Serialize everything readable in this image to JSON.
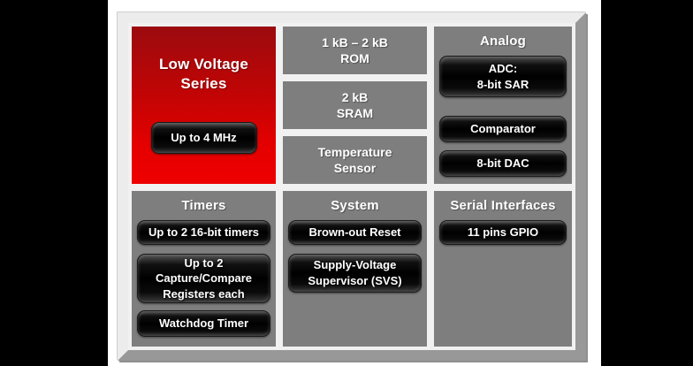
{
  "blocks": {
    "low_voltage": {
      "title": "Low Voltage\nSeries",
      "chip": "Up to 4 MHz"
    },
    "memory": [
      "1 kB – 2 kB\nROM",
      "2 kB\nSRAM",
      "Temperature\nSensor"
    ],
    "analog": {
      "title": "Analog",
      "chips": [
        "ADC:\n8-bit SAR",
        "Comparator",
        "8-bit DAC"
      ]
    },
    "timers": {
      "title": "Timers",
      "chips": [
        "Up to 2 16-bit timers",
        "Up to 2\nCapture/Compare\nRegisters each",
        "Watchdog Timer"
      ]
    },
    "system": {
      "title": "System",
      "chips": [
        "Brown-out Reset",
        "Supply-Voltage\nSupervisor (SVS)"
      ]
    },
    "serial": {
      "title": "Serial Interfaces",
      "chips": [
        "11 pins GPIO"
      ]
    }
  },
  "colors": {
    "accent_red_top": "#9b0b0f",
    "accent_red_bottom": "#ee0000",
    "panel_gray": "#7e7e7e",
    "chip_black": "#000000",
    "frame_gray": "#ececec",
    "backdrop_black": "#000000",
    "text_white": "#ffffff"
  }
}
